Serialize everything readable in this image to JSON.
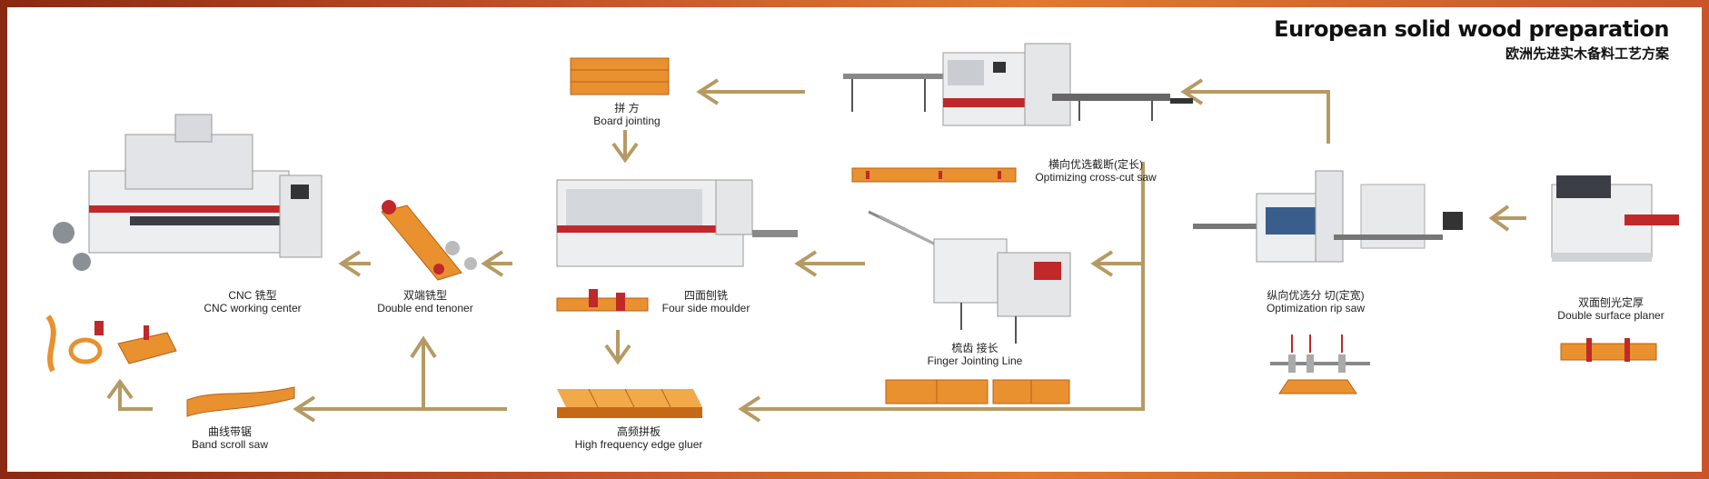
{
  "header": {
    "title": "European solid wood preparation",
    "subtitle": "欧洲先进实木备料工艺方案"
  },
  "steps": {
    "board_jointing": {
      "zh": "拼 方",
      "en": "Board jointing"
    },
    "crosscut": {
      "zh": "横向优选截断(定长)",
      "en": "Optimizing cross-cut saw"
    },
    "cnc": {
      "zh": "CNC 铣型",
      "en": "CNC working center"
    },
    "tenoner": {
      "zh": "双端铣型",
      "en": "Double end tenoner"
    },
    "moulder": {
      "zh": "四面刨铣",
      "en": "Four side moulder"
    },
    "finger": {
      "zh": "梳齿 接长",
      "en": "Finger Jointing Line"
    },
    "ripsaw": {
      "zh": "纵向优选分 切(定宽)",
      "en": "Optimization rip saw"
    },
    "planer": {
      "zh": "双面刨光定厚",
      "en": "Double surface planer"
    },
    "bandsaw": {
      "zh": "曲线带锯",
      "en": "Band scroll saw"
    },
    "gluer": {
      "zh": "高频拼板",
      "en": "High frequency edge gluer"
    }
  },
  "colors": {
    "arrow": "#b59a63",
    "wood": "#e8912e",
    "wood_dark": "#c46a16",
    "machine_body": "#eceef0",
    "machine_accent": "#c0282a",
    "frame": "#c8552a"
  }
}
